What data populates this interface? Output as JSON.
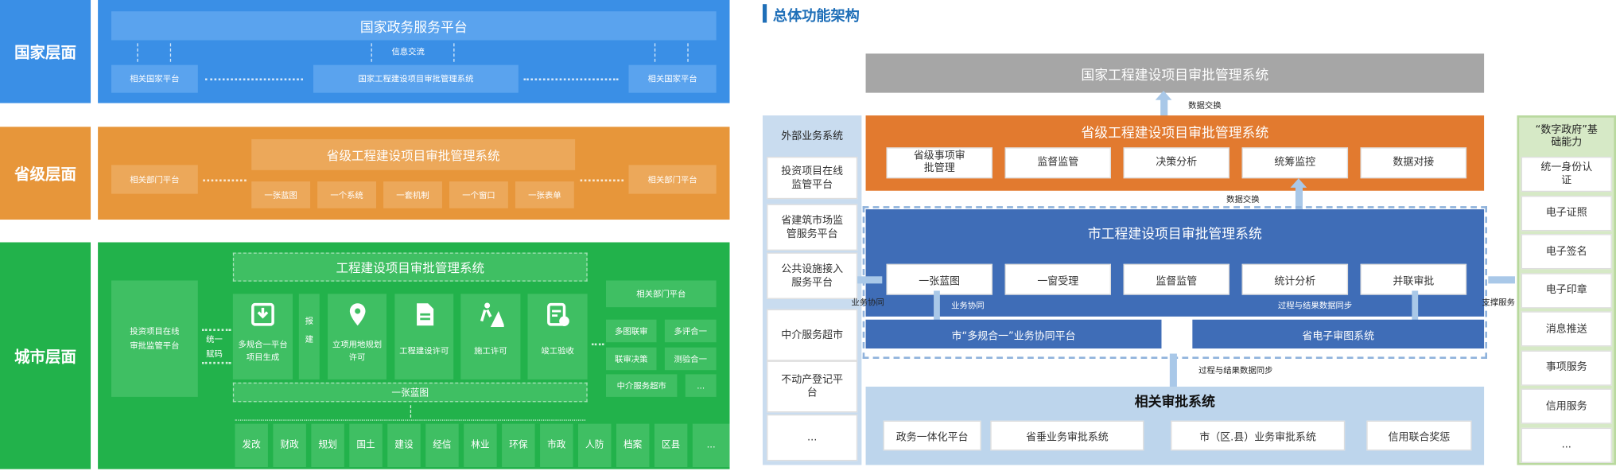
{
  "left": {
    "national": {
      "label": "国家层面",
      "title": "国家政务服务平台",
      "exchange": "信息交流",
      "boxes": [
        "相关国家平台",
        "国家工程建设项目审批管理系统",
        "相关国家平台"
      ]
    },
    "provincial": {
      "label": "省级层面",
      "title": "省级工程建设项目审批管理系统",
      "items": [
        "一张蓝图",
        "一个系统",
        "一套机制",
        "一个窗口",
        "一张表单"
      ],
      "side_left": "相关部门平台",
      "side_right": "相关部门平台"
    },
    "city": {
      "label": "城市层面",
      "title": "工程建设项目审批管理系统",
      "left_box": "投资项目在线审批监管平台",
      "coding": "统一赋码",
      "cards": [
        "多规合一平台项目生成",
        "报建",
        "立项用地规划许可",
        "工程建设许可",
        "施工许可",
        "竣工验收"
      ],
      "blueprint": "一张蓝图",
      "depts": [
        "发改",
        "财政",
        "规划",
        "国土",
        "建设",
        "经信",
        "林业",
        "环保",
        "市政",
        "人防",
        "档案",
        "区县",
        "..."
      ],
      "right_title": "相关部门平台",
      "right_items": [
        "多图联审",
        "多评合一",
        "联审决策",
        "测验合一",
        "中介服务超市",
        "..."
      ]
    }
  },
  "right": {
    "title": "总体功能架构",
    "national": "国家工程建设项目审批管理系统",
    "data_exchange": "数据交换",
    "provincial": {
      "title": "省级工程建设项目审批管理系统",
      "items": [
        "省级事项审批管理",
        "监督监管",
        "决策分析",
        "统筹监控",
        "数据对接"
      ]
    },
    "city": {
      "title": "市工程建设项目审批管理系统",
      "items": [
        "一张蓝图",
        "一窗受理",
        "监督监管",
        "统计分析",
        "并联审批"
      ],
      "sub": [
        "市“多规合一”业务协同平台",
        "省电子审图系统"
      ]
    },
    "biz_collab": "业务协同",
    "sync": "过程与结果数据同步",
    "support": "支撑服务",
    "related": {
      "title": "相关审批系统",
      "items": [
        "政务一体化平台",
        "省垂业务审批系统",
        "市（区.县）业务审批系统",
        "信用联合奖惩"
      ]
    },
    "external": {
      "title": "外部业务系统",
      "items": [
        "投资项目在线监管平台",
        "省建筑市场监管服务平台",
        "公共设施接入服务平台",
        "中介服务超市",
        "不动产登记平台",
        "..."
      ]
    },
    "digital_gov": {
      "title": "“数字政府”基础能力",
      "items": [
        "统一身份认证",
        "电子证照",
        "电子签名",
        "电子印章",
        "消息推送",
        "事项服务",
        "信用服务",
        "..."
      ]
    }
  },
  "colors": {
    "national": "#3a8fe6",
    "provincial": "#e7963a",
    "city": "#22b24b",
    "gray": "#a6a6a6",
    "orange": "#e27a2f",
    "blue": "#3f6db7",
    "light_blue": "#bdd5ec",
    "green": "#d6e9c6"
  }
}
